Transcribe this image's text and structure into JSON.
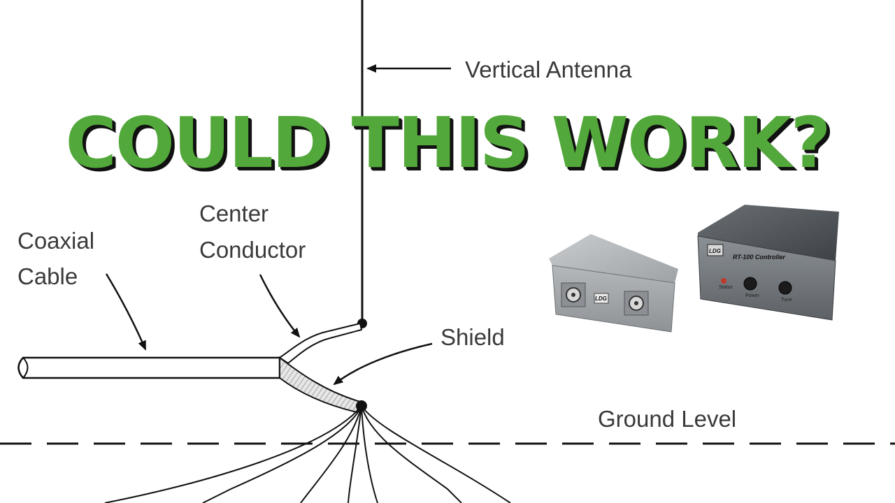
{
  "headline": "COULD THIS WORK?",
  "labels": {
    "vertical_antenna": "Vertical Antenna",
    "center_conductor_line1": "Center",
    "center_conductor_line2": "Conductor",
    "coaxial_cable_line1": "Coaxial",
    "coaxial_cable_line2": "Cable",
    "shield": "Shield",
    "ground_level": "Ground Level"
  },
  "devices": {
    "tuner": {
      "logo": "LDG"
    },
    "controller": {
      "logo": "LDG",
      "model": "RT-100 Controller",
      "knob_labels": [
        "Status",
        "Power",
        "Tune"
      ]
    }
  },
  "colors": {
    "headline_fill": "#52a83a",
    "headline_shadow": "#111111",
    "line": "#111111",
    "label_text": "#3a3a3a"
  }
}
